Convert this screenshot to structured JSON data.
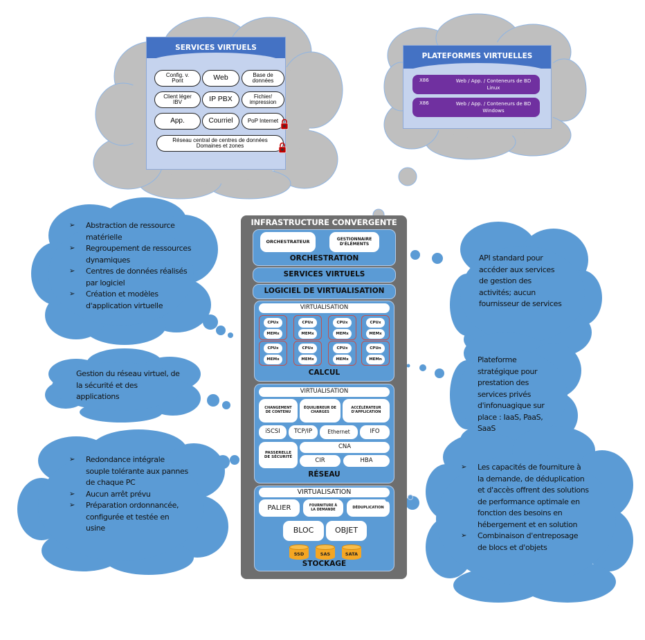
{
  "colors": {
    "cloud_blue": "#5b9bd5",
    "cloud_gray": "#bfbfbf",
    "infra_gray": "#6e6e6e",
    "panel_header": "#4472c4",
    "panel_body": "#c5d3ee",
    "platform_purple": "#7030a0",
    "disk_orange": "#f5a623",
    "lock_red": "#c00000"
  },
  "services_panel": {
    "title": "SERVICES VIRTUELS",
    "items": [
      {
        "label": "Config. v.\nPont",
        "locked": false
      },
      {
        "label": "Web",
        "locked": false
      },
      {
        "label": "Base de\ndonnées",
        "locked": false
      },
      {
        "label": "Client léger\nIBV",
        "locked": false
      },
      {
        "label": "IP PBX",
        "locked": false
      },
      {
        "label": "Fichier/\nimpression",
        "locked": false
      },
      {
        "label": "App.",
        "locked": false
      },
      {
        "label": "Courriel",
        "locked": false
      },
      {
        "label": "PoP Internet",
        "locked": true
      }
    ],
    "wide_item": {
      "label": "Réseau central de centres de données\nDomaines et zones",
      "locked": true
    }
  },
  "platforms_panel": {
    "title": "PLATEFORMES VIRTUELLES",
    "rows": [
      {
        "arch": "X86",
        "desc": "Web / App. / Conteneurs de BD",
        "os": "Linux"
      },
      {
        "arch": "X86",
        "desc": "Web / App. / Conteneurs de BD",
        "os": "Windows"
      }
    ]
  },
  "infrastructure": {
    "title": "INFRASTRUCTURE CONVERGENTE",
    "orchestration": {
      "label": "ORCHESTRATION",
      "boxes": [
        "ORCHESTRATEUR",
        "GESTIONNAIRE\nD'ÉLÉMENTS"
      ]
    },
    "virtual_services": "SERVICES VIRTUELS",
    "virtualization_software": "LOGICIEL DE VIRTUALISATION",
    "compute": {
      "label": "CALCUL",
      "header": "VIRTUALISATION",
      "nodes": [
        {
          "cpu": "CPUx",
          "mem": "MEMx"
        },
        {
          "cpu": "CPUx",
          "mem": "MEMx"
        },
        {
          "cpu": "CPUx",
          "mem": "MEMx"
        },
        {
          "cpu": "CPUx",
          "mem": "MEMx"
        },
        {
          "cpu": "CPUx",
          "mem": "MEMx"
        },
        {
          "cpu": "CPUx",
          "mem": "MEMx"
        },
        {
          "cpu": "CPUx",
          "mem": "MEMx"
        },
        {
          "cpu": "CPUn",
          "mem": "MEMn"
        }
      ]
    },
    "network": {
      "label": "RÉSEAU",
      "header": "VIRTUALISATION",
      "services": [
        "CHANGEMENT\nDE CONTENU",
        "ÉQUILIBREUR DE\nCHARGES",
        "ACCÉLÉRATEUR\nD'APPLICATION"
      ],
      "protocols": [
        "iSCSI",
        "TCP/IP",
        "Ethernet",
        "IFO"
      ],
      "security_gateway": "PASSERELLE\nDE SÉCURITÉ",
      "cna": "CNA",
      "cir": "CIR",
      "hba": "HBA"
    },
    "storage": {
      "label": "STOCKAGE",
      "header": "VIRTUALISATION",
      "features": [
        "PALIER",
        "FOURNITURE À\nLA DEMANDE",
        "DÉDUPLICATION"
      ],
      "types": [
        "BLOC",
        "OBJET"
      ],
      "disks": [
        "SSD",
        "SAS",
        "SATA"
      ]
    }
  },
  "callouts": {
    "left_top": [
      "Abstraction de ressource matérielle",
      "Regroupement de ressources dynamiques",
      "Centres de données réalisés par logiciel",
      "Création et modèles d'application virtuelle"
    ],
    "left_middle": "Gestion du réseau virtuel, de la sécurité et des applications",
    "left_bottom": [
      "Redondance intégrale souple tolérante aux pannes de chaque PC",
      "Aucun arrêt prévu",
      "Préparation ordonnancée, configurée et testée en usine"
    ],
    "right_top": "API standard pour accéder aux services de gestion des activités; aucun fournisseur de services",
    "right_middle": "Plateforme stratégique pour prestation des services privés d'infonuagique sur place : IaaS, PaaS, SaaS",
    "right_bottom": [
      "Les capacités de fourniture à la demande, de déduplication et d'accès offrent des solutions de performance optimale en fonction des besoins en hébergement et en solution",
      "Combinaison d'entreposage de blocs et d'objets"
    ]
  }
}
